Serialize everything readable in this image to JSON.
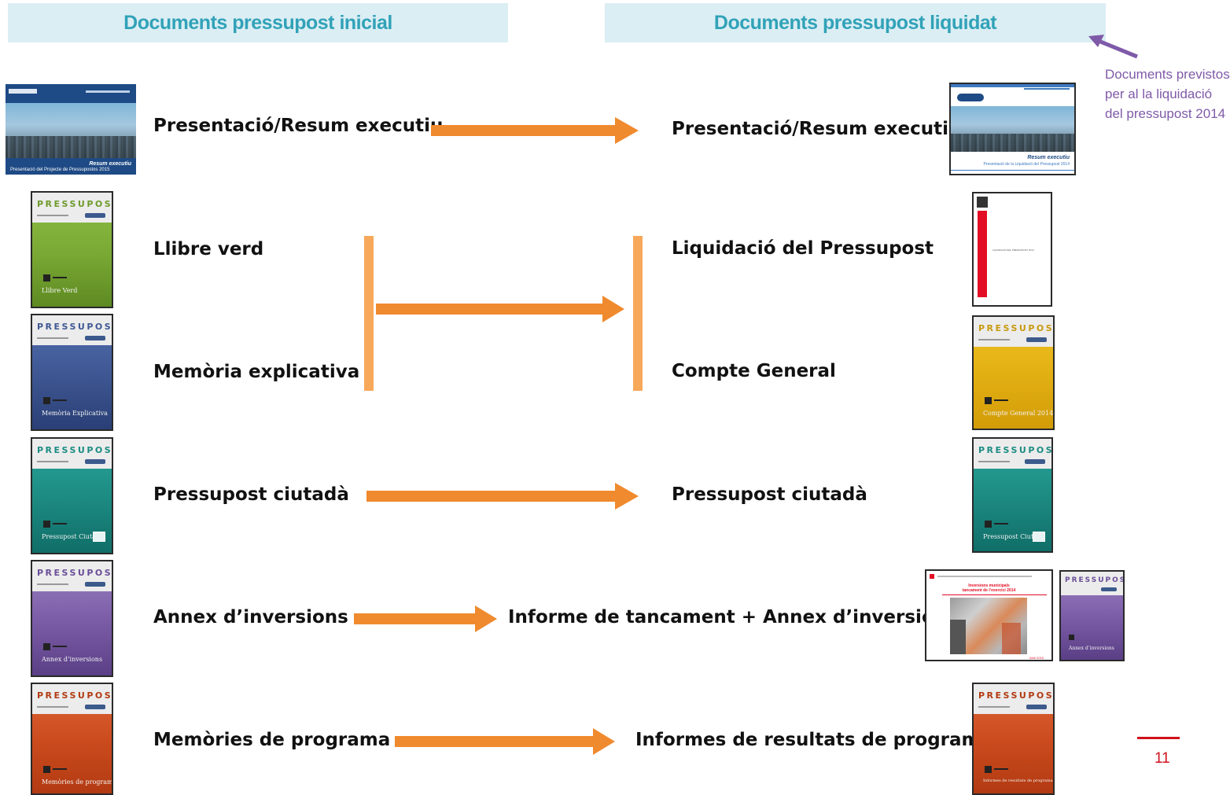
{
  "headers": {
    "left": "Documents pressupost inicial",
    "right": "Documents pressupost liquidat"
  },
  "note": "Documents previstos per al la liquidació del pressupost 2014",
  "page_number": "11",
  "left_labels": [
    "Presentació/Resum executiu",
    "Llibre verd",
    "Memòria explicativa",
    "Pressupost ciutadà",
    "Annex d’inversions",
    "Memòries de programa"
  ],
  "right_labels": [
    "Presentació/Resum executiu",
    "Liquidació  del Pressupost",
    "Compte General",
    "Pressupost ciutadà",
    "Informe de tancament  + Annex d’inversions",
    "Informes de resultats de programa"
  ],
  "covers": {
    "word": "PRESSUPOST",
    "llibre_verd": "Llibre Verd",
    "memoria": "Memòria Explicativa",
    "ciutada": "Pressupost Ciutadà",
    "annex": "Annex d’inversions",
    "memories": "Memòries de programa",
    "compte": "Compte General 2014",
    "informes": "Informes de resultats de programa",
    "resum_left": "Resum executiu",
    "resum_left_sub": "Presentació del Projecte de Pressupostos 2015",
    "resum_right": "Resum executiu",
    "resum_right_sub": "Presentació de la Liquidació del Pressupost 2014",
    "liquidacio_title": "LIQUIDACIÓ DEL PRESSUPOST 2014",
    "informe_title_1": "Inversions municipals",
    "informe_title_2": "tancament de l’exercici 2014",
    "informe_date": "Abril 2015"
  },
  "colors": {
    "header_bg": "#dbeef4",
    "header_text": "#31a2b8",
    "arrow": "#f08a2e",
    "note": "#7f5aa8",
    "page_number": "#d0121c"
  }
}
